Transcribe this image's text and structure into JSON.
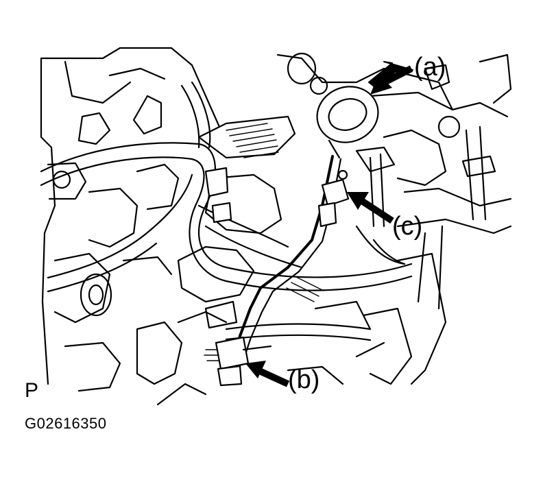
{
  "figure": {
    "view_label": "P",
    "figure_code": "G02616350"
  },
  "callouts": {
    "a": "(a)",
    "b": "(b)",
    "c": "(c)"
  }
}
